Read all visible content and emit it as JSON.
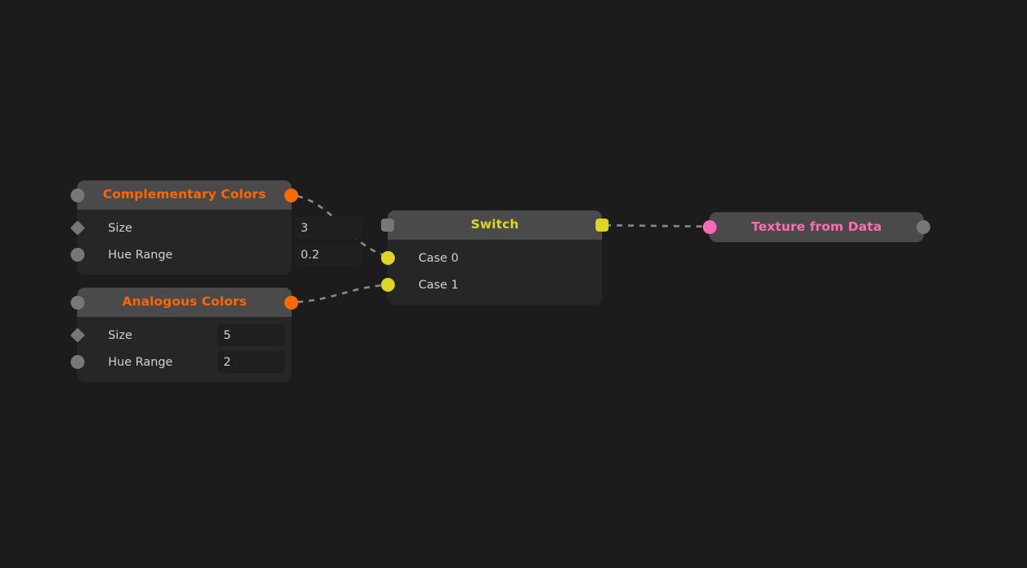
{
  "canvas": {
    "background": "#1c1c1c",
    "wire_color": "#8a8a8a",
    "wire_style": "dashed"
  },
  "palette": {
    "node_body": "#262626",
    "node_header": "#4a4a4a",
    "value_field": "#1f1f1f",
    "orange": "#ff6600",
    "yellow": "#dfd524",
    "pink": "#ff6bb5",
    "socket_gray": "#777777",
    "label_text": "#d2d2d2"
  },
  "nodes": {
    "complementary_colors": {
      "title": "Complementary Colors",
      "title_color": "#ff6600",
      "input_socket": "socket-circle-gray",
      "output_socket": "socket-circle-orange",
      "properties": [
        {
          "label": "Size",
          "value": "3",
          "socket": "socket-diamond-gray"
        },
        {
          "label": "Hue Range",
          "value": "0.2",
          "socket": "socket-circle-gray"
        }
      ]
    },
    "analogous_colors": {
      "title": "Analogous Colors",
      "title_color": "#ff6600",
      "input_socket": "socket-circle-gray",
      "output_socket": "socket-circle-orange",
      "properties": [
        {
          "label": "Size",
          "value": "5",
          "socket": "socket-diamond-gray"
        },
        {
          "label": "Hue Range",
          "value": "2",
          "socket": "socket-circle-gray"
        }
      ]
    },
    "switch": {
      "title": "Switch",
      "title_color": "#dfd524",
      "input_socket": "socket-square-gray",
      "output_socket": "socket-square-yellow",
      "cases": [
        {
          "label": "Case 0",
          "socket": "socket-circle-yellow"
        },
        {
          "label": "Case 1",
          "socket": "socket-circle-yellow"
        }
      ]
    },
    "texture_from_data": {
      "title": "Texture from Data",
      "title_color": "#ff6bb5",
      "input_socket": "socket-circle-pink",
      "output_socket": "socket-circle-gray"
    }
  },
  "connections": [
    {
      "from": "complementary-colors-output",
      "to": "switch-case-0-input"
    },
    {
      "from": "analogous-colors-output",
      "to": "switch-case-1-input"
    },
    {
      "from": "switch-output",
      "to": "texture-from-data-input"
    }
  ]
}
